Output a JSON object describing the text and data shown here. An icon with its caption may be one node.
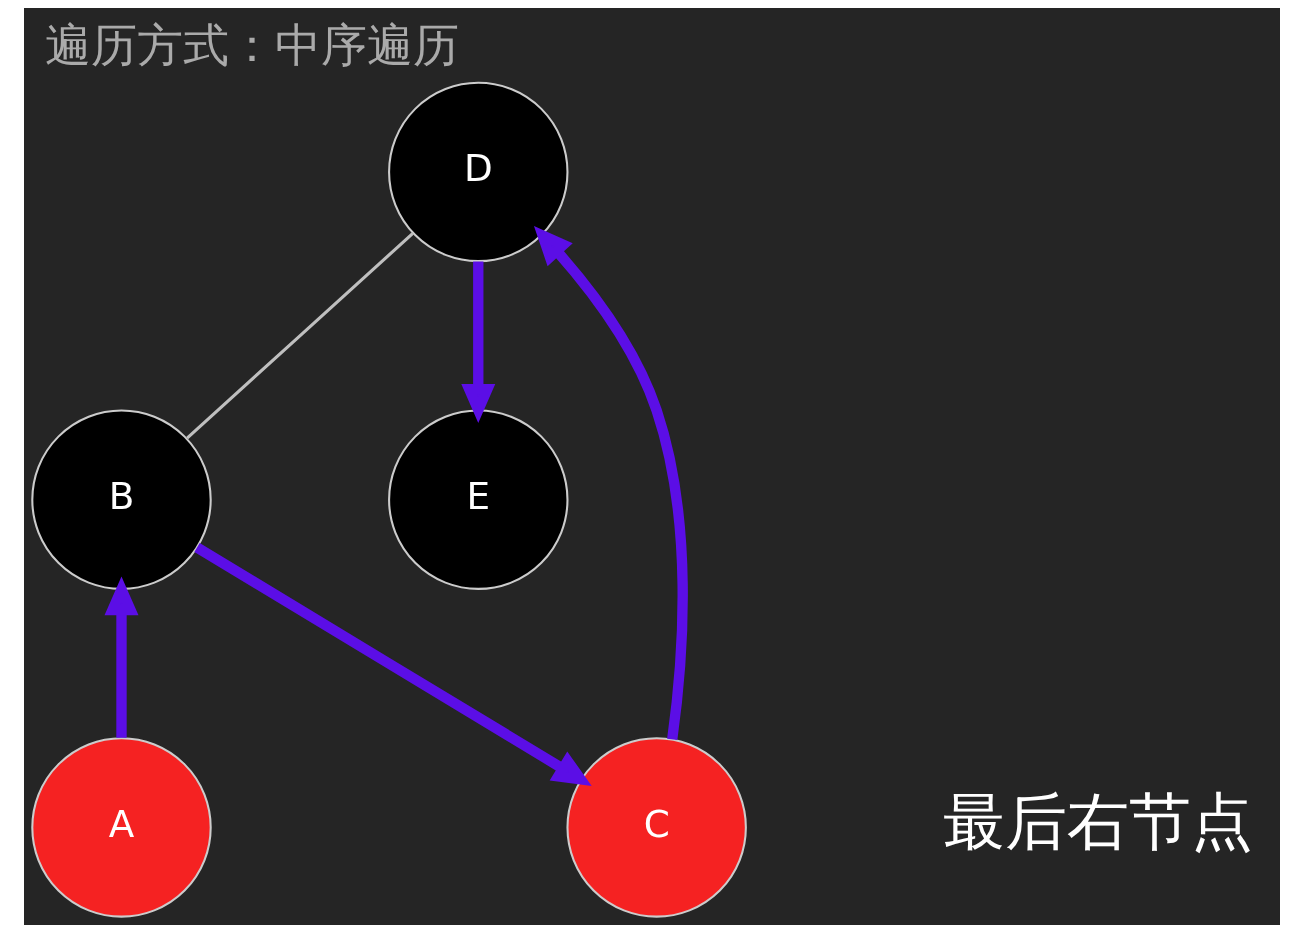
{
  "diagram": {
    "title": "遍历方式：中序遍历",
    "caption": "最后右节点",
    "nodes": [
      {
        "text": [
          "D"
        ]
      },
      {
        "text": [
          "B"
        ]
      },
      {
        "text": [
          "E"
        ]
      },
      {
        "text": [
          "A"
        ]
      },
      {
        "text": [
          "C"
        ]
      }
    ],
    "edges": [
      {
        "from": 0,
        "to": 1,
        "arrow": "none",
        "color": "#bfbfbf"
      },
      {
        "from": 3,
        "to": 1,
        "arrow": "to"
      },
      {
        "from": 1,
        "to": 4,
        "arrow": "to"
      },
      {
        "from": 4,
        "to": 0,
        "arrow": "to"
      },
      {
        "from": 0,
        "to": 2,
        "arrow": "to"
      }
    ]
  }
}
